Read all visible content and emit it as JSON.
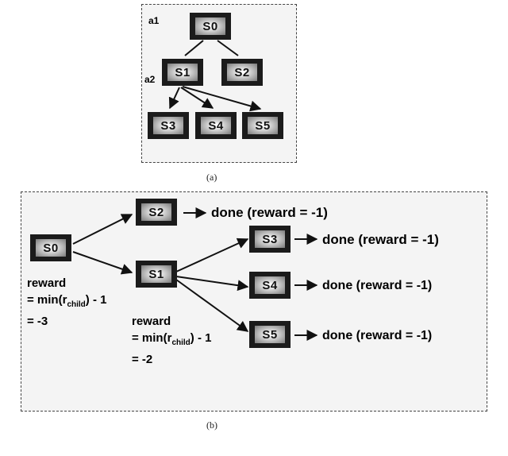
{
  "panel_a": {
    "caption": "(a)",
    "labels": {
      "a1": "a1",
      "a2": "a2"
    },
    "nodes": {
      "s0": "S0",
      "s1": "S1",
      "s2": "S2",
      "s3": "S3",
      "s4": "S4",
      "s5": "S5"
    }
  },
  "panel_b": {
    "caption": "(b)",
    "nodes": {
      "s0": "S0",
      "s1": "S1",
      "s2": "S2",
      "s3": "S3",
      "s4": "S4",
      "s5": "S5"
    },
    "done_label": "done (reward = -1)",
    "reward_root": {
      "line1": "reward",
      "line2_pre": "= min(r",
      "sub": "child",
      "line2_post": ") - 1",
      "line3": "= -3"
    },
    "reward_s1": {
      "line1": "reward",
      "line2_pre": "= min(r",
      "sub": "child",
      "line2_post": ") - 1",
      "line3": "= -2"
    }
  }
}
